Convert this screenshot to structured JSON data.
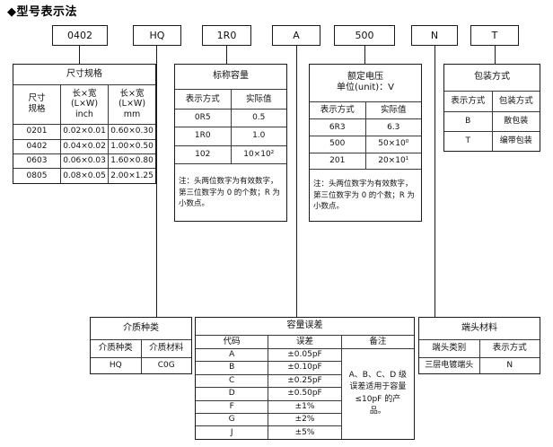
{
  "page": {
    "title": "◆型号表示法"
  },
  "part_number_boxes": [
    {
      "name": "size-code",
      "label": "0402"
    },
    {
      "name": "dielectric-code",
      "label": "HQ"
    },
    {
      "name": "capacitance-code",
      "label": "1R0"
    },
    {
      "name": "tolerance-code",
      "label": "A"
    },
    {
      "name": "voltage-code",
      "label": "500"
    },
    {
      "name": "termination-code",
      "label": "N"
    },
    {
      "name": "packaging-code",
      "label": "T"
    }
  ],
  "tables": {
    "size": {
      "title": "尺寸规格",
      "headers": [
        "尺寸\n规格",
        "长×宽\n(L×W)\ninch",
        "长×宽\n(L×W)\nmm"
      ],
      "header_lines": [
        [
          "尺寸",
          "规格"
        ],
        [
          "长×宽",
          "(L×W)",
          "inch"
        ],
        [
          "长×宽",
          "(L×W)",
          "mm"
        ]
      ],
      "rows": [
        [
          "0201",
          "0.02×0.01",
          "0.60×0.30"
        ],
        [
          "0402",
          "0.04×0.02",
          "1.00×0.50"
        ],
        [
          "0603",
          "0.06×0.03",
          "1.60×0.80"
        ],
        [
          "0805",
          "0.08×0.05",
          "2.00×1.25"
        ]
      ]
    },
    "capacitance": {
      "title": "标称容量",
      "headers": [
        "表示方式",
        "实际值"
      ],
      "rows": [
        [
          "0R5",
          "0.5"
        ],
        [
          "1R0",
          "1.0"
        ],
        [
          "102",
          "10×10²"
        ]
      ],
      "note": "注：头两位数字为有效数字，第三位数字为 0 的个数；R 为小数点。"
    },
    "voltage": {
      "title_line1": "额定电压",
      "title_line2": "单位(unit)：V",
      "headers": [
        "表示方式",
        "实际值"
      ],
      "rows": [
        [
          "6R3",
          "6.3"
        ],
        [
          "500",
          "50×10⁰"
        ],
        [
          "201",
          "20×10¹"
        ]
      ],
      "note": "注：头两位数字为有效数字，第三位数字为 0 的个数；R 为小数点。"
    },
    "packaging": {
      "title": "包装方式",
      "headers": [
        "表示方式",
        "包装方式"
      ],
      "rows": [
        [
          "B",
          "散包装"
        ],
        [
          "T",
          "编带包装"
        ]
      ]
    },
    "dielectric": {
      "title": "介质种类",
      "headers": [
        "介质种类",
        "介质材料"
      ],
      "rows": [
        [
          "HQ",
          "C0G"
        ]
      ]
    },
    "tolerance": {
      "title": "容量误差",
      "headers": [
        "代码",
        "误差",
        "备注"
      ],
      "rows": [
        [
          "A",
          "±0.05pF"
        ],
        [
          "B",
          "±0.10pF"
        ],
        [
          "C",
          "±0.25pF"
        ],
        [
          "D",
          "±0.50pF"
        ],
        [
          "F",
          "±1%"
        ],
        [
          "G",
          "±2%"
        ],
        [
          "J",
          "±5%"
        ]
      ],
      "remark": "A、B、C、D 级误差适用于容量 ≤10pF 的产品。"
    },
    "termination": {
      "title": "端头材料",
      "headers": [
        "端头类别",
        "表示方式"
      ],
      "rows": [
        [
          "三层电镀端头",
          "N"
        ]
      ]
    }
  }
}
